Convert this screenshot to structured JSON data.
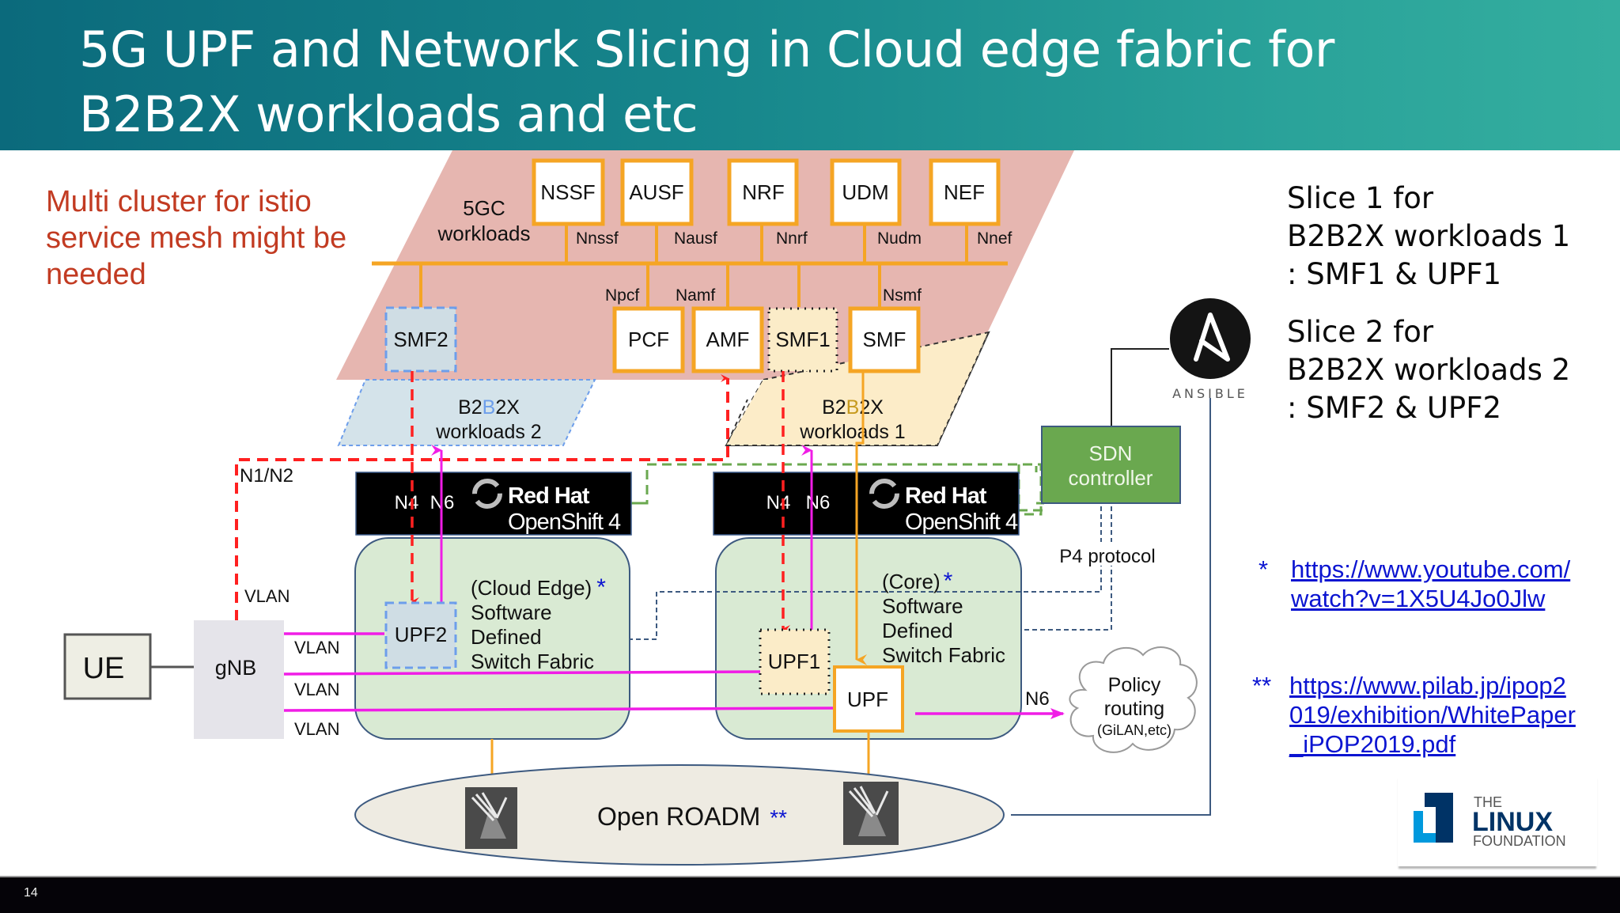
{
  "slide": {
    "title_line1": "5G UPF and Network Slicing in Cloud edge fabric for",
    "title_line2": "B2B2X workloads and etc",
    "page_number": "14",
    "accent_colors": {
      "title_gradient_start": "#0b6a7c",
      "title_gradient_end": "#34ae9f",
      "core_plane": "#e8b8b2",
      "nf_border": "#f5a524",
      "n4_red": "#ff2020",
      "n6_magenta": "#f01de6",
      "sdn_green": "#6aa84f",
      "fabric_green": "#d9ead3",
      "link_blue": "#0b14d1",
      "note_red": "#c23b22"
    }
  },
  "side_note": {
    "lines": [
      "Multi cluster for istio",
      "service mesh might be",
      "needed"
    ]
  },
  "core_plane": {
    "label_line1": "5GC",
    "label_line2": "workloads",
    "top_functions": [
      {
        "name": "NSSF",
        "interface": "Nnssf"
      },
      {
        "name": "AUSF",
        "interface": "Nausf"
      },
      {
        "name": "NRF",
        "interface": "Nnrf"
      },
      {
        "name": "UDM",
        "interface": "Nudm"
      },
      {
        "name": "NEF",
        "interface": "Nnef"
      }
    ],
    "bottom_functions": [
      {
        "name": "SMF2",
        "interface": "",
        "style": "slice2"
      },
      {
        "name": "PCF",
        "interface": "Npcf",
        "style": "normal"
      },
      {
        "name": "AMF",
        "interface": "Namf",
        "style": "normal"
      },
      {
        "name": "SMF1",
        "interface": "",
        "style": "slice1"
      },
      {
        "name": "SMF",
        "interface": "Nsmf",
        "style": "normal"
      }
    ]
  },
  "workloads": {
    "w2_line1_a": "B2",
    "w2_line1_b": "B",
    "w2_line1_c": "2X",
    "w2_line2": "workloads 2",
    "w1_line1_a": "B2",
    "w1_line1_b": "B",
    "w1_line1_c": "2X",
    "w1_line2": "workloads 1"
  },
  "openshift": {
    "brand_line1": "Red Hat",
    "brand_line2": "OpenShift 4",
    "n4": "N4",
    "n6": "N6"
  },
  "interfaces": {
    "n1n2": "N1/N2",
    "vlan": "VLAN",
    "n6": "N6",
    "p4": "P4 protocol"
  },
  "ran": {
    "ue": "UE",
    "gnb": "gNB"
  },
  "edge_fabric": {
    "line1": "(Cloud Edge)",
    "line2": "Software",
    "line3": "Defined",
    "line4": "Switch Fabric",
    "star": "*",
    "upf": "UPF2"
  },
  "core_fabric": {
    "line1": "(Core)",
    "line2": "Software",
    "line3": "Defined",
    "line4": "Switch Fabric",
    "star": "*",
    "upf1": "UPF1",
    "upf": "UPF"
  },
  "sdn": {
    "line1": "SDN",
    "line2": "controller"
  },
  "ansible": {
    "label": "ANSIBLE"
  },
  "policy": {
    "line1": "Policy",
    "line2": "routing",
    "line3": "(GiLAN,etc)"
  },
  "roadm": {
    "label": "Open ROADM",
    "stars": "**"
  },
  "slices": [
    {
      "line1": "Slice 1 for",
      "line2": "B2B2X workloads 1",
      "line3": ": SMF1 & UPF1"
    },
    {
      "line1": "Slice 2 for",
      "line2": "B2B2X workloads 2",
      "line3": ": SMF2 & UPF2"
    }
  ],
  "references": [
    {
      "mark": "*",
      "lines": [
        "https://www.youtube.com/",
        "watch?v=1X5U4Jo0Jlw"
      ]
    },
    {
      "mark": "**",
      "lines": [
        "https://www.pilab.jp/ipop2",
        "019/exhibition/WhitePaper",
        "_iPOP2019.pdf"
      ]
    }
  ],
  "linux_foundation": {
    "the": "THE",
    "linux": "LINUX",
    "foundation": "FOUNDATION"
  }
}
